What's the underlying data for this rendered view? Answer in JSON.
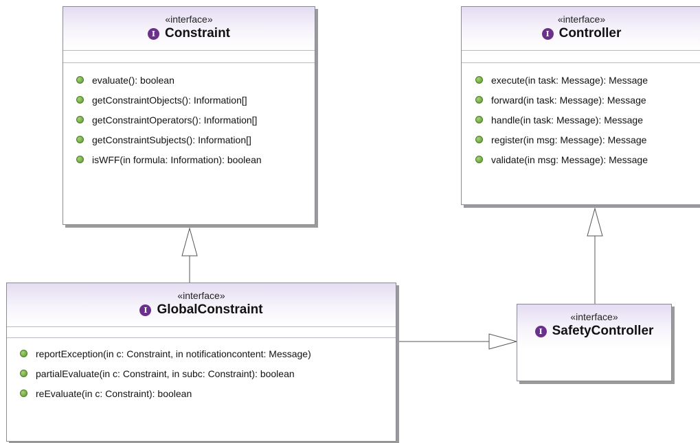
{
  "stereotype": "«interface»",
  "badge_letter": "I",
  "colors": {
    "badge": "#6b2f8c",
    "operation_dot": "#5a9a2c",
    "header_gradient_top": "#e4dcf2"
  },
  "constraint": {
    "name": "Constraint",
    "operations": [
      "evaluate(): boolean",
      "getConstraintObjects(): Information[]",
      "getConstraintOperators(): Information[]",
      "getConstraintSubjects(): Information[]",
      "isWFF(in formula: Information): boolean"
    ]
  },
  "controller": {
    "name": "Controller",
    "operations": [
      "execute(in task: Message): Message",
      "forward(in task: Message): Message",
      "handle(in task: Message): Message",
      "register(in msg: Message): Message",
      "validate(in msg: Message): Message"
    ]
  },
  "global_constraint": {
    "name": "GlobalConstraint",
    "operations": [
      "reportException(in c: Constraint, in notificationcontent: Message)",
      "partialEvaluate(in c: Constraint, in subc: Constraint): boolean",
      "reEvaluate(in c: Constraint): boolean"
    ]
  },
  "safety_controller": {
    "name": "SafetyController"
  }
}
